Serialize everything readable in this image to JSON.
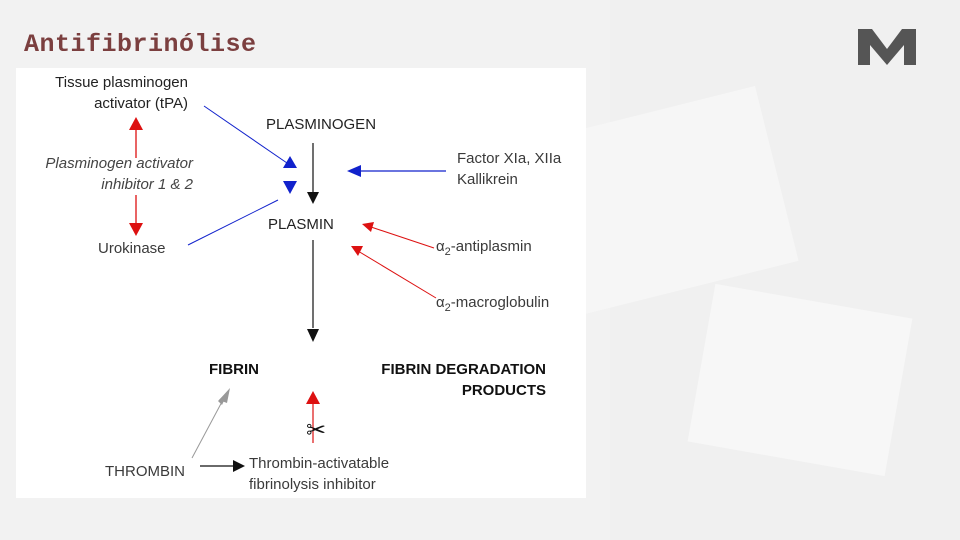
{
  "title": "Antifibrinólise",
  "logo": {
    "icon": "m-logo-icon",
    "color": "#555555"
  },
  "colors": {
    "red": "#dd1111",
    "blue": "#1122cc",
    "black": "#111111",
    "gray": "#999999"
  },
  "labels": {
    "tpa_line1": "Tissue plasminogen",
    "tpa_line2": "activator (tPA)",
    "pai_line1": "Plasminogen activator",
    "pai_line2": "inhibitor 1 & 2",
    "urokinase": "Urokinase",
    "plasminogen": "PLASMINOGEN",
    "plasmin": "PLASMIN",
    "factor_line1": "Factor XIa, XIIa",
    "factor_line2": "Kallikrein",
    "alpha": "α",
    "sub2": "2",
    "antiplasmin": "-antiplasmin",
    "macroglobulin": "-macroglobulin",
    "fibrin": "FIBRIN",
    "fdp_line1": "FIBRIN DEGRADATION",
    "fdp_line2": "PRODUCTS",
    "thrombin": "THROMBIN",
    "tafi_line1": "Thrombin-activatable",
    "tafi_line2": "fibrinolysis inhibitor",
    "scissors": "✂"
  }
}
